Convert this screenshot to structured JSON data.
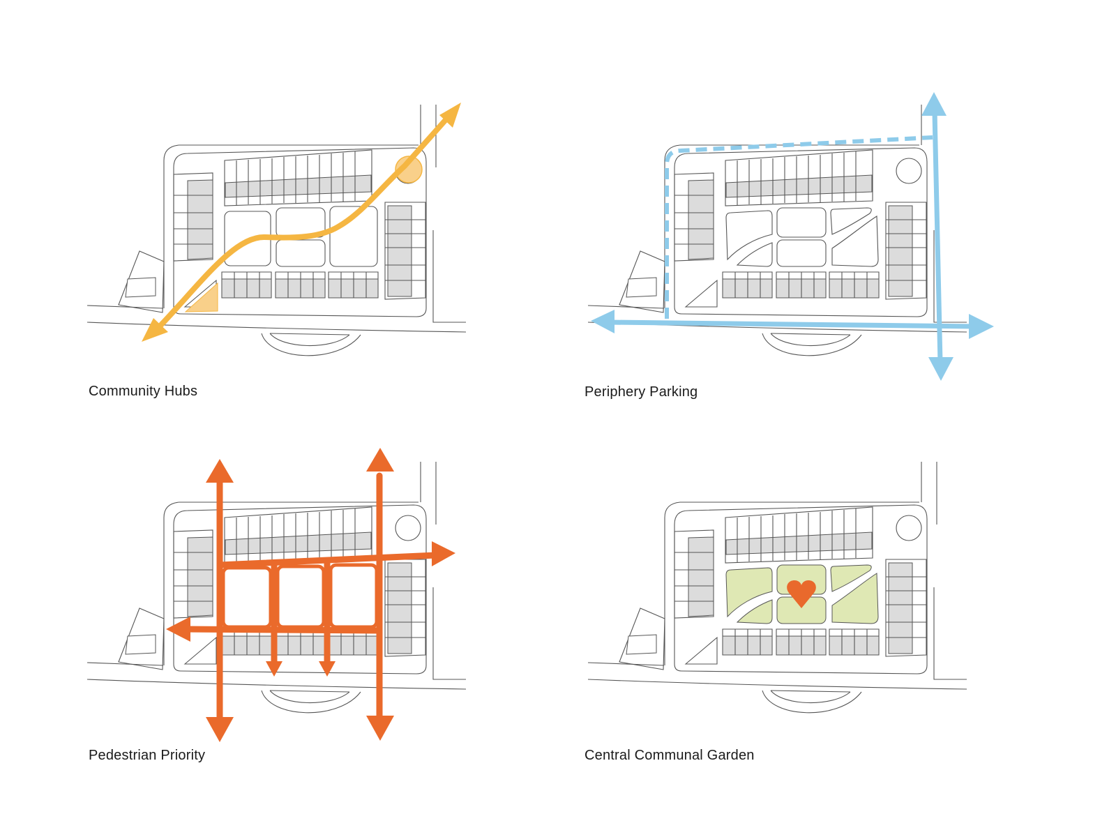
{
  "panels": [
    {
      "id": "community-hubs",
      "caption": "Community Hubs",
      "accent": "#f5b642",
      "accent_fill": "#f9d08a"
    },
    {
      "id": "periphery-parking",
      "caption": "Periphery Parking",
      "accent": "#8ecbea"
    },
    {
      "id": "pedestrian-priority",
      "caption": "Pedestrian Priority",
      "accent": "#ea6a2b"
    },
    {
      "id": "central-communal-garden",
      "caption": "Central Communal Garden",
      "accent": "#e9692c",
      "garden_fill": "#dfe8b4"
    }
  ],
  "colors": {
    "linework": "#555555",
    "buildings": "#dcdcdc"
  },
  "icons": [
    "heart-icon"
  ]
}
